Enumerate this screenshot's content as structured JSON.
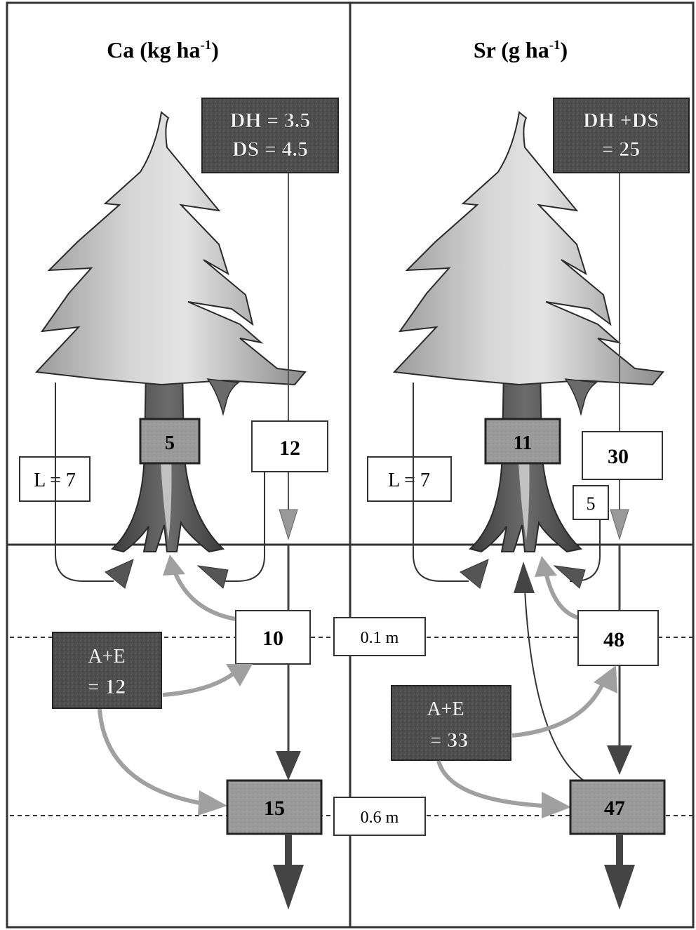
{
  "panels": [
    {
      "title_main": "Ca (kg ha",
      "title_sup": "-1",
      "title_end": ")",
      "deposition_lines": [
        "DH = 3.5",
        "DS = 4.5"
      ],
      "trunk_value": "5",
      "throughfall_value": "12",
      "litter_label": "L = 7",
      "soil_0_1_value": "10",
      "weathering_lines": [
        "A+E",
        "= 12"
      ],
      "soil_0_6_value": "15"
    },
    {
      "title_main": "Sr (g ha",
      "title_sup": "-1",
      "title_end": ")",
      "deposition_lines": [
        "DH +DS",
        "= 25"
      ],
      "trunk_value": "11",
      "throughfall_value": "30",
      "stemflow_value": "5",
      "litter_label": "L = 7",
      "soil_0_1_value": "48",
      "weathering_lines": [
        "A+E",
        "= 33"
      ],
      "soil_0_6_value": "47"
    }
  ],
  "depths": {
    "shallow": "0.1 m",
    "deep": "0.6 m"
  },
  "colors": {
    "dark_box": "#4a4a4a",
    "medium_box": "#9a9a9a",
    "foliage": "#c8c8c8",
    "trunk": "#5a5a5a",
    "arrow_dark": "#4a4a4a",
    "arrow_light": "#a0a0a0"
  }
}
